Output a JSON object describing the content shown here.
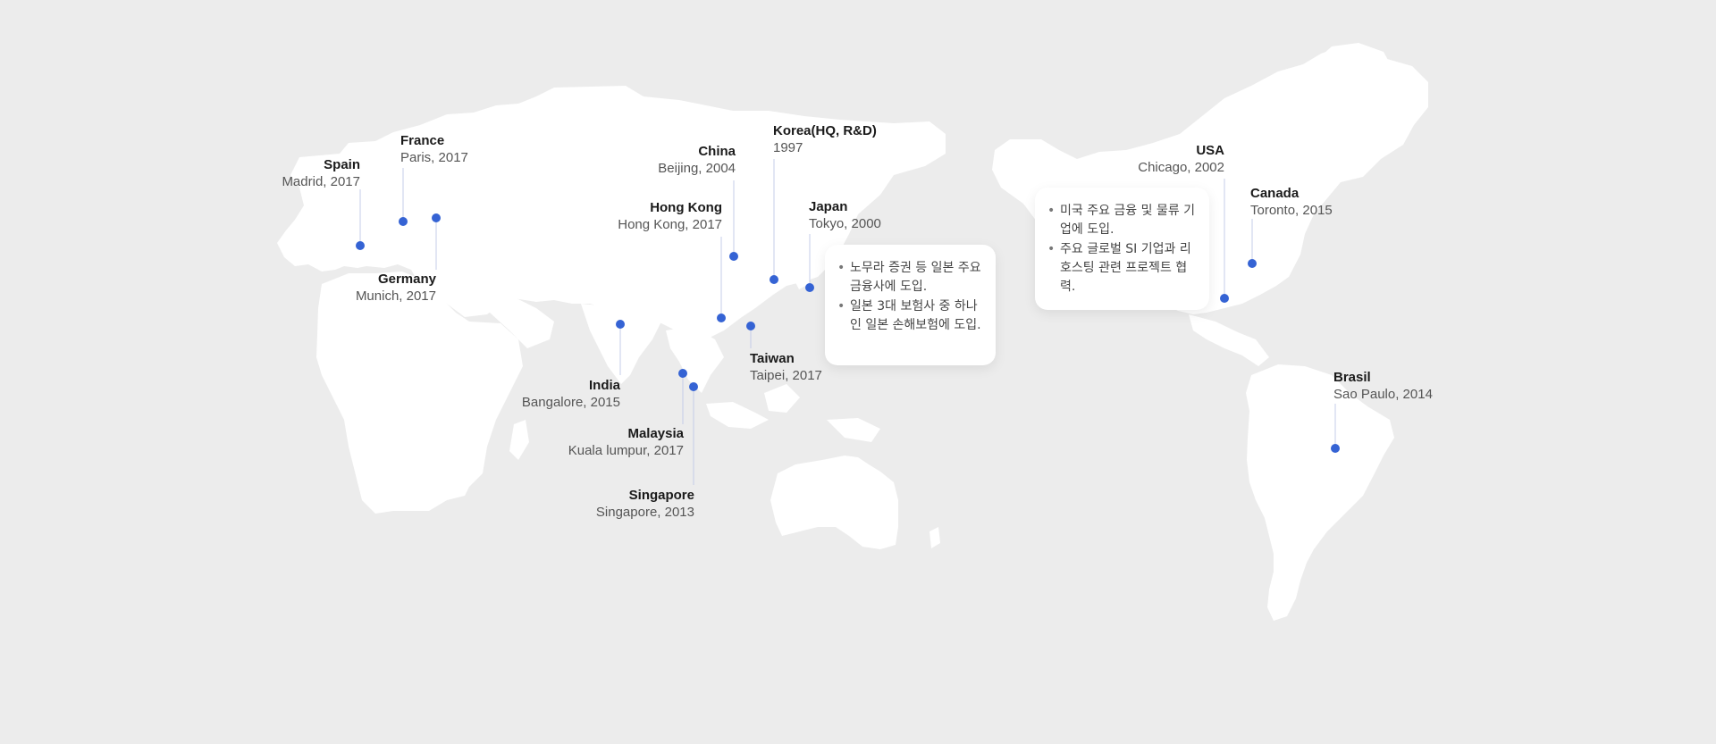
{
  "colors": {
    "background": "#ececec",
    "land": "#ffffff",
    "marker": "#3563d4",
    "leader_line": "#c5cde8"
  },
  "locations": [
    {
      "id": "spain",
      "name": "Spain",
      "sub": "Madrid, 2017"
    },
    {
      "id": "france",
      "name": "France",
      "sub": "Paris, 2017"
    },
    {
      "id": "germany",
      "name": "Germany",
      "sub": "Munich, 2017"
    },
    {
      "id": "china",
      "name": "China",
      "sub": "Beijing, 2004"
    },
    {
      "id": "korea",
      "name": "Korea(HQ, R&D)",
      "sub": "1997"
    },
    {
      "id": "hongkong",
      "name": "Hong Kong",
      "sub": "Hong Kong, 2017"
    },
    {
      "id": "japan",
      "name": "Japan",
      "sub": "Tokyo, 2000"
    },
    {
      "id": "india",
      "name": "India",
      "sub": "Bangalore, 2015"
    },
    {
      "id": "taiwan",
      "name": "Taiwan",
      "sub": "Taipei, 2017"
    },
    {
      "id": "malaysia",
      "name": "Malaysia",
      "sub": "Kuala lumpur, 2017"
    },
    {
      "id": "singapore",
      "name": "Singapore",
      "sub": "Singapore, 2013"
    },
    {
      "id": "usa",
      "name": "USA",
      "sub": "Chicago, 2002"
    },
    {
      "id": "canada",
      "name": "Canada",
      "sub": "Toronto, 2015"
    },
    {
      "id": "brasil",
      "name": "Brasil",
      "sub": "Sao Paulo, 2014"
    }
  ],
  "callouts": {
    "japan": [
      "노무라 증권 등 일본 주요 금융사에 도입.",
      "일본 3대 보험사 중 하나인 일본 손해보험에 도입."
    ],
    "usa": [
      "미국 주요 금융 및 물류 기업에 도입.",
      "주요 글로벌 SI 기업과 리호스팅 관련 프로젝트 협력."
    ]
  }
}
